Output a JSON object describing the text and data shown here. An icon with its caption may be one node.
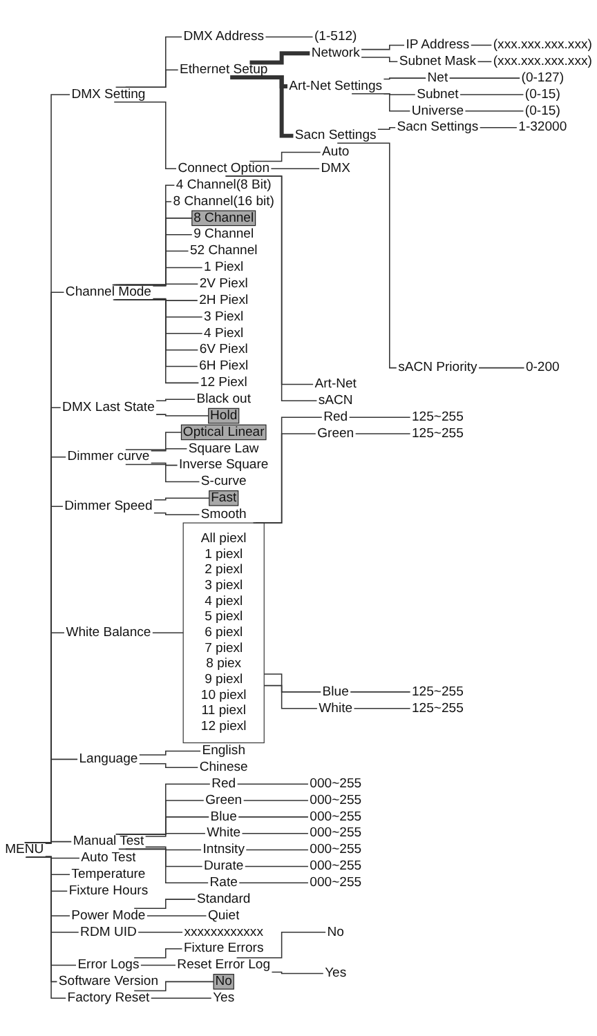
{
  "diagram": {
    "nodes": [
      {
        "text": [
          "MENU"
        ]
      },
      {
        "text": [
          "DMX Setting"
        ]
      },
      {
        "text": [
          "DMX Address"
        ]
      },
      {
        "text": [
          "(1-512)"
        ]
      },
      {
        "text": [
          "Ethernet Setup"
        ]
      },
      {
        "text": [
          "Network"
        ]
      },
      {
        "text": [
          "IP Address"
        ]
      },
      {
        "text": [
          "(xxx.xxx.xxx.xxx)"
        ]
      },
      {
        "text": [
          "Subnet Mask"
        ]
      },
      {
        "text": [
          "(xxx.xxx.xxx.xxx)"
        ]
      },
      {
        "text": [
          "Art-Net Settings"
        ]
      },
      {
        "text": [
          "Net"
        ]
      },
      {
        "text": [
          "(0-127)"
        ]
      },
      {
        "text": [
          "Subnet"
        ]
      },
      {
        "text": [
          "(0-15)"
        ]
      },
      {
        "text": [
          "Universe"
        ]
      },
      {
        "text": [
          "(0-15)"
        ]
      },
      {
        "text": [
          "Sacn Settings"
        ]
      },
      {
        "text": [
          "Sacn Settings"
        ]
      },
      {
        "text": [
          "1-32000"
        ]
      },
      {
        "text": [
          "sACN Priority"
        ]
      },
      {
        "text": [
          "0-200"
        ]
      },
      {
        "text": [
          "Connect Option"
        ]
      },
      {
        "text": [
          "Auto"
        ]
      },
      {
        "text": [
          "DMX"
        ]
      },
      {
        "text": [
          "Art-Net"
        ]
      },
      {
        "text": [
          "sACN"
        ]
      },
      {
        "text": [
          "Channel Mode"
        ]
      },
      {
        "text": [
          "4 Channel(8 Bit)"
        ]
      },
      {
        "text": [
          "8 Channel(16 bit)"
        ]
      },
      {
        "text": [
          "8 Channel"
        ]
      },
      {
        "text": [
          "9 Channel"
        ]
      },
      {
        "text": [
          "52 Channel"
        ]
      },
      {
        "text": [
          "1 Piexl"
        ]
      },
      {
        "text": [
          "2V Piexl"
        ]
      },
      {
        "text": [
          "2H Piexl"
        ]
      },
      {
        "text": [
          "3 Piexl"
        ]
      },
      {
        "text": [
          "4 Piexl"
        ]
      },
      {
        "text": [
          "6V Piexl"
        ]
      },
      {
        "text": [
          "6H Piexl"
        ]
      },
      {
        "text": [
          "12 Piexl"
        ]
      },
      {
        "text": [
          "DMX Last State"
        ]
      },
      {
        "text": [
          "Black out"
        ]
      },
      {
        "text": [
          "Hold"
        ]
      },
      {
        "text": [
          "Dimmer curve"
        ]
      },
      {
        "text": [
          "Optical Linear"
        ]
      },
      {
        "text": [
          "Square Law"
        ]
      },
      {
        "text": [
          "Inverse Square"
        ]
      },
      {
        "text": [
          "S-curve"
        ]
      },
      {
        "text": [
          "Dimmer Speed"
        ]
      },
      {
        "text": [
          "Fast"
        ]
      },
      {
        "text": [
          "Smooth"
        ]
      },
      {
        "text": [
          "White Balance"
        ]
      },
      {
        "text": [],
        "shape": "box"
      },
      {
        "text": [
          "All piexl"
        ],
        "in": 53
      },
      {
        "text": [
          "1 piexl"
        ],
        "in": 53
      },
      {
        "text": [
          "2 piexl"
        ],
        "in": 53
      },
      {
        "text": [
          "3 piexl"
        ],
        "in": 53
      },
      {
        "text": [
          "4 piexl"
        ],
        "in": 53
      },
      {
        "text": [
          "5 piexl"
        ],
        "in": 53
      },
      {
        "text": [
          "6 piexl"
        ],
        "in": 53
      },
      {
        "text": [
          "7 piexl"
        ],
        "in": 53
      },
      {
        "text": [
          "8 piex"
        ],
        "in": 53
      },
      {
        "text": [
          "9 piexl"
        ],
        "in": 53
      },
      {
        "text": [
          "10 piexl"
        ],
        "in": 53
      },
      {
        "text": [
          "11 piexl"
        ],
        "in": 53
      },
      {
        "text": [
          "12 piexl"
        ],
        "in": 53
      },
      {
        "text": [
          "Red"
        ]
      },
      {
        "text": [
          "125~255"
        ]
      },
      {
        "text": [
          "Green"
        ]
      },
      {
        "text": [
          "125~255"
        ]
      },
      {
        "text": [
          "Blue"
        ]
      },
      {
        "text": [
          "125~255"
        ]
      },
      {
        "text": [
          "White"
        ]
      },
      {
        "text": [
          "125~255"
        ]
      },
      {
        "text": [
          "Language"
        ]
      },
      {
        "text": [
          "English"
        ]
      },
      {
        "text": [
          "Chinese"
        ]
      },
      {
        "text": [
          "Manual Test"
        ]
      },
      {
        "text": [
          "Red"
        ]
      },
      {
        "text": [
          "000~255"
        ]
      },
      {
        "text": [
          "Green"
        ]
      },
      {
        "text": [
          "000~255"
        ]
      },
      {
        "text": [
          "Blue"
        ]
      },
      {
        "text": [
          "000~255"
        ]
      },
      {
        "text": [
          "White"
        ]
      },
      {
        "text": [
          "000~255"
        ]
      },
      {
        "text": [
          "Intnsity"
        ]
      },
      {
        "text": [
          "000~255"
        ]
      },
      {
        "text": [
          "Durate"
        ]
      },
      {
        "text": [
          "000~255"
        ]
      },
      {
        "text": [
          "Rate"
        ]
      },
      {
        "text": [
          "000~255"
        ]
      },
      {
        "text": [
          "Auto Test"
        ]
      },
      {
        "text": [
          "Temperature"
        ]
      },
      {
        "text": [
          "Fixture Hours"
        ]
      },
      {
        "text": [
          "Power Mode"
        ]
      },
      {
        "text": [
          "Standard"
        ]
      },
      {
        "text": [
          "Quiet"
        ]
      },
      {
        "text": [
          "RDM UID"
        ]
      },
      {
        "text": [
          "xxxxxxxxxxxx"
        ]
      },
      {
        "text": [
          "Error Logs"
        ]
      },
      {
        "text": [
          "Fixture Errors"
        ]
      },
      {
        "text": [
          "Reset Error Log"
        ]
      },
      {
        "text": [
          "No"
        ]
      },
      {
        "text": [
          "Yes"
        ]
      },
      {
        "text": [
          "Software Version"
        ]
      },
      {
        "text": [
          "Factory Reset"
        ]
      },
      {
        "text": [
          "No"
        ]
      },
      {
        "text": [
          "Yes"
        ]
      }
    ],
    "edges": [
      {
        "from": 0,
        "to": 1,
        "arrow": "none"
      },
      {
        "from": 1,
        "to": 2,
        "arrow": "none"
      },
      {
        "from": 2,
        "to": 3,
        "arrow": "none"
      },
      {
        "from": 1,
        "to": 4,
        "arrow": "none"
      },
      {
        "from": 4,
        "to": 5,
        "arrow": "none",
        "style": "thick"
      },
      {
        "from": 5,
        "to": 6,
        "arrow": "none"
      },
      {
        "from": 6,
        "to": 7,
        "arrow": "none"
      },
      {
        "from": 5,
        "to": 8,
        "arrow": "none"
      },
      {
        "from": 8,
        "to": 9,
        "arrow": "none"
      },
      {
        "from": 4,
        "to": 10,
        "arrow": "none",
        "style": "thick"
      },
      {
        "from": 10,
        "to": 11,
        "arrow": "none"
      },
      {
        "from": 11,
        "to": 12,
        "arrow": "none"
      },
      {
        "from": 10,
        "to": 13,
        "arrow": "none"
      },
      {
        "from": 13,
        "to": 14,
        "arrow": "none"
      },
      {
        "from": 10,
        "to": 15,
        "arrow": "none"
      },
      {
        "from": 15,
        "to": 16,
        "arrow": "none"
      },
      {
        "from": 4,
        "to": 17,
        "arrow": "none",
        "style": "thick"
      },
      {
        "from": 17,
        "to": 18,
        "arrow": "none"
      },
      {
        "from": 18,
        "to": 19,
        "arrow": "none"
      },
      {
        "from": 17,
        "to": 20,
        "arrow": "none"
      },
      {
        "from": 20,
        "to": 21,
        "arrow": "none"
      },
      {
        "from": 1,
        "to": 22,
        "arrow": "none"
      },
      {
        "from": 22,
        "to": 23,
        "arrow": "none"
      },
      {
        "from": 22,
        "to": 24,
        "arrow": "none"
      },
      {
        "from": 22,
        "to": 25,
        "arrow": "none"
      },
      {
        "from": 22,
        "to": 26,
        "arrow": "none"
      },
      {
        "from": 0,
        "to": 27,
        "arrow": "none"
      },
      {
        "from": 27,
        "to": 28,
        "arrow": "none"
      },
      {
        "from": 27,
        "to": 29,
        "arrow": "none"
      },
      {
        "from": 27,
        "to": 30,
        "arrow": "none"
      },
      {
        "from": 27,
        "to": 31,
        "arrow": "none"
      },
      {
        "from": 27,
        "to": 32,
        "arrow": "none"
      },
      {
        "from": 27,
        "to": 33,
        "arrow": "none"
      },
      {
        "from": 27,
        "to": 34,
        "arrow": "none"
      },
      {
        "from": 27,
        "to": 35,
        "arrow": "none"
      },
      {
        "from": 27,
        "to": 36,
        "arrow": "none"
      },
      {
        "from": 27,
        "to": 37,
        "arrow": "none"
      },
      {
        "from": 27,
        "to": 38,
        "arrow": "none"
      },
      {
        "from": 27,
        "to": 39,
        "arrow": "none"
      },
      {
        "from": 27,
        "to": 40,
        "arrow": "none"
      },
      {
        "from": 0,
        "to": 41,
        "arrow": "none"
      },
      {
        "from": 41,
        "to": 42,
        "arrow": "none"
      },
      {
        "from": 41,
        "to": 43,
        "arrow": "none"
      },
      {
        "from": 0,
        "to": 44,
        "arrow": "none"
      },
      {
        "from": 44,
        "to": 45,
        "arrow": "none"
      },
      {
        "from": 44,
        "to": 46,
        "arrow": "none"
      },
      {
        "from": 44,
        "to": 47,
        "arrow": "none"
      },
      {
        "from": 44,
        "to": 48,
        "arrow": "none"
      },
      {
        "from": 0,
        "to": 49,
        "arrow": "none"
      },
      {
        "from": 49,
        "to": 50,
        "arrow": "none"
      },
      {
        "from": 49,
        "to": 51,
        "arrow": "none"
      },
      {
        "from": 0,
        "to": 52,
        "arrow": "none"
      },
      {
        "from": 52,
        "to": 53,
        "arrow": "none"
      },
      {
        "from": 53,
        "to": 67,
        "arrow": "none"
      },
      {
        "from": 67,
        "to": 68,
        "arrow": "none"
      },
      {
        "from": 53,
        "to": 69,
        "arrow": "none"
      },
      {
        "from": 69,
        "to": 70,
        "arrow": "none"
      },
      {
        "from": 53,
        "to": 71,
        "arrow": "none"
      },
      {
        "from": 71,
        "to": 72,
        "arrow": "none"
      },
      {
        "from": 53,
        "to": 73,
        "arrow": "none"
      },
      {
        "from": 73,
        "to": 74,
        "arrow": "none"
      },
      {
        "from": 0,
        "to": 75,
        "arrow": "none"
      },
      {
        "from": 75,
        "to": 76,
        "arrow": "none"
      },
      {
        "from": 75,
        "to": 77,
        "arrow": "none"
      },
      {
        "from": 0,
        "to": 78,
        "arrow": "none"
      },
      {
        "from": 78,
        "to": 79,
        "arrow": "none"
      },
      {
        "from": 79,
        "to": 80,
        "arrow": "none"
      },
      {
        "from": 78,
        "to": 81,
        "arrow": "none"
      },
      {
        "from": 81,
        "to": 82,
        "arrow": "none"
      },
      {
        "from": 78,
        "to": 83,
        "arrow": "none"
      },
      {
        "from": 83,
        "to": 84,
        "arrow": "none"
      },
      {
        "from": 78,
        "to": 85,
        "arrow": "none"
      },
      {
        "from": 85,
        "to": 86,
        "arrow": "none"
      },
      {
        "from": 78,
        "to": 87,
        "arrow": "none"
      },
      {
        "from": 87,
        "to": 88,
        "arrow": "none"
      },
      {
        "from": 78,
        "to": 89,
        "arrow": "none"
      },
      {
        "from": 89,
        "to": 90,
        "arrow": "none"
      },
      {
        "from": 78,
        "to": 91,
        "arrow": "none"
      },
      {
        "from": 91,
        "to": 92,
        "arrow": "none"
      },
      {
        "from": 0,
        "to": 93,
        "arrow": "none"
      },
      {
        "from": 0,
        "to": 94,
        "arrow": "none"
      },
      {
        "from": 0,
        "to": 95,
        "arrow": "none"
      },
      {
        "from": 0,
        "to": 96,
        "arrow": "none"
      },
      {
        "from": 96,
        "to": 97,
        "arrow": "none"
      },
      {
        "from": 96,
        "to": 98,
        "arrow": "none"
      },
      {
        "from": 0,
        "to": 99,
        "arrow": "none"
      },
      {
        "from": 99,
        "to": 100,
        "arrow": "none"
      },
      {
        "from": 0,
        "to": 101,
        "arrow": "none"
      },
      {
        "from": 101,
        "to": 102,
        "arrow": "none"
      },
      {
        "from": 101,
        "to": 103,
        "arrow": "none"
      },
      {
        "from": 103,
        "to": 104,
        "arrow": "none"
      },
      {
        "from": 103,
        "to": 105,
        "arrow": "none"
      },
      {
        "from": 0,
        "to": 106,
        "arrow": "none"
      },
      {
        "from": 0,
        "to": 107,
        "arrow": "none"
      },
      {
        "from": 107,
        "to": 108,
        "arrow": "none"
      },
      {
        "from": 107,
        "to": 109,
        "arrow": "none"
      }
    ]
  }
}
